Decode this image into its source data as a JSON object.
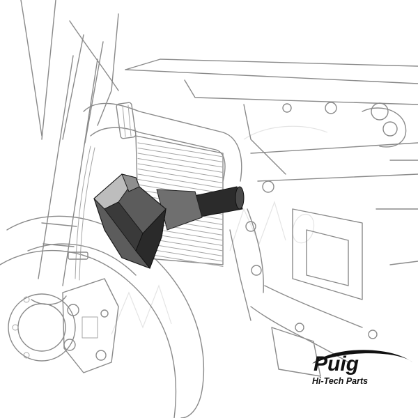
{
  "brand": {
    "name": "Puig",
    "tagline": "Hi-Tech Parts"
  },
  "watermark": {
    "text": "motomoto"
  },
  "colors": {
    "line": "#8a8a8a",
    "part_dark": "#2b2b2b",
    "part_mid": "#6f6f6f",
    "part_light": "#bdbdbd",
    "logo": "#111111"
  }
}
